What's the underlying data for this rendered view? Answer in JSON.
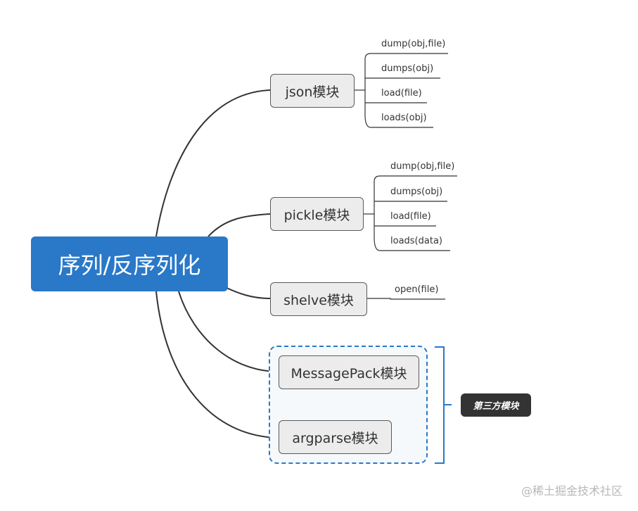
{
  "root": {
    "label": "序列/反序列化"
  },
  "modules": [
    {
      "id": "json",
      "label": "json模块",
      "functions": [
        "dump(obj,file)",
        "dumps(obj)",
        "load(file)",
        "loads(obj)"
      ]
    },
    {
      "id": "pickle",
      "label": "pickle模块",
      "functions": [
        "dump(obj,file)",
        "dumps(obj)",
        "load(file)",
        "loads(data)"
      ]
    },
    {
      "id": "shelve",
      "label": "shelve模块",
      "functions": [
        "open(file)"
      ]
    },
    {
      "id": "messagepack",
      "label": "MessagePack模块",
      "functions": []
    },
    {
      "id": "argparse",
      "label": "argparse模块",
      "functions": []
    }
  ],
  "third_party": {
    "label": "第三方模块"
  },
  "watermark": "@稀土掘金技术社区",
  "colors": {
    "root_bg": "#2a78c8",
    "node_bg": "#ececec",
    "line": "#333333",
    "group_border": "#2a78c8",
    "tag_bg": "#333333"
  }
}
